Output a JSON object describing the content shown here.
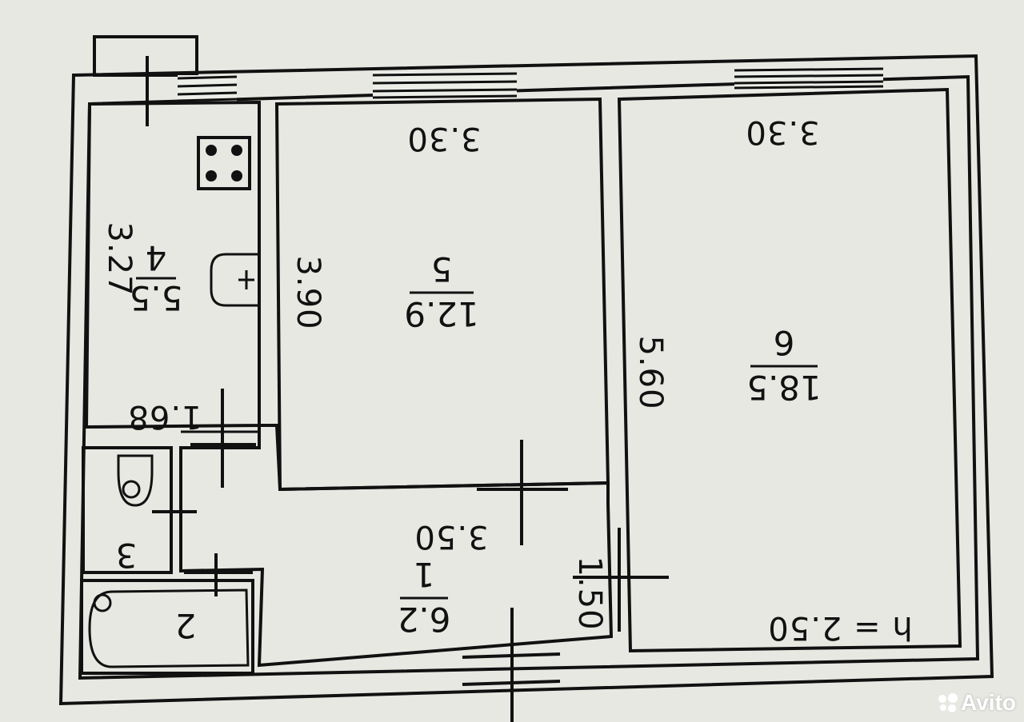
{
  "watermark": "Avito",
  "height_note": "h = 2.50",
  "rooms": [
    {
      "id": "kitchen",
      "number": "4",
      "area": "5.5"
    },
    {
      "id": "room-5",
      "number": "5",
      "area": "12.9"
    },
    {
      "id": "room-6",
      "number": "6",
      "area": "18.5"
    },
    {
      "id": "hall",
      "number": "1",
      "area": "6.2"
    },
    {
      "id": "wc",
      "number": "3"
    },
    {
      "id": "bath",
      "number": "2"
    }
  ],
  "dimensions": {
    "kitchen_length": "3.27",
    "kitchen_width": "1.68",
    "room5_width": "3.30",
    "room5_length": "3.90",
    "room6_width": "3.30",
    "room6_length": "5.60",
    "hall_length": "3.50",
    "hall_width": "1.50"
  }
}
